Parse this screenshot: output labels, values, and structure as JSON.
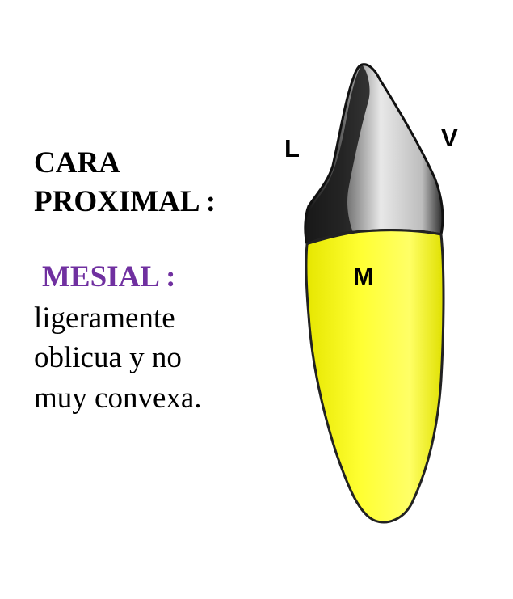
{
  "heading": {
    "line1": "CARA",
    "line2": "PROXIMAL :"
  },
  "subheading": {
    "text": "MESIAL :",
    "color": "#7030a0"
  },
  "description": {
    "line1": "ligeramente",
    "line2": "oblicua y no",
    "line3": "muy convexa."
  },
  "figure": {
    "labels": {
      "lingual": "L",
      "vestibular": "V",
      "mesial": "M"
    },
    "colors": {
      "root": "#ffff33",
      "crown": "#f2f2f2",
      "crown_shadow": "#1a1a1a"
    }
  }
}
